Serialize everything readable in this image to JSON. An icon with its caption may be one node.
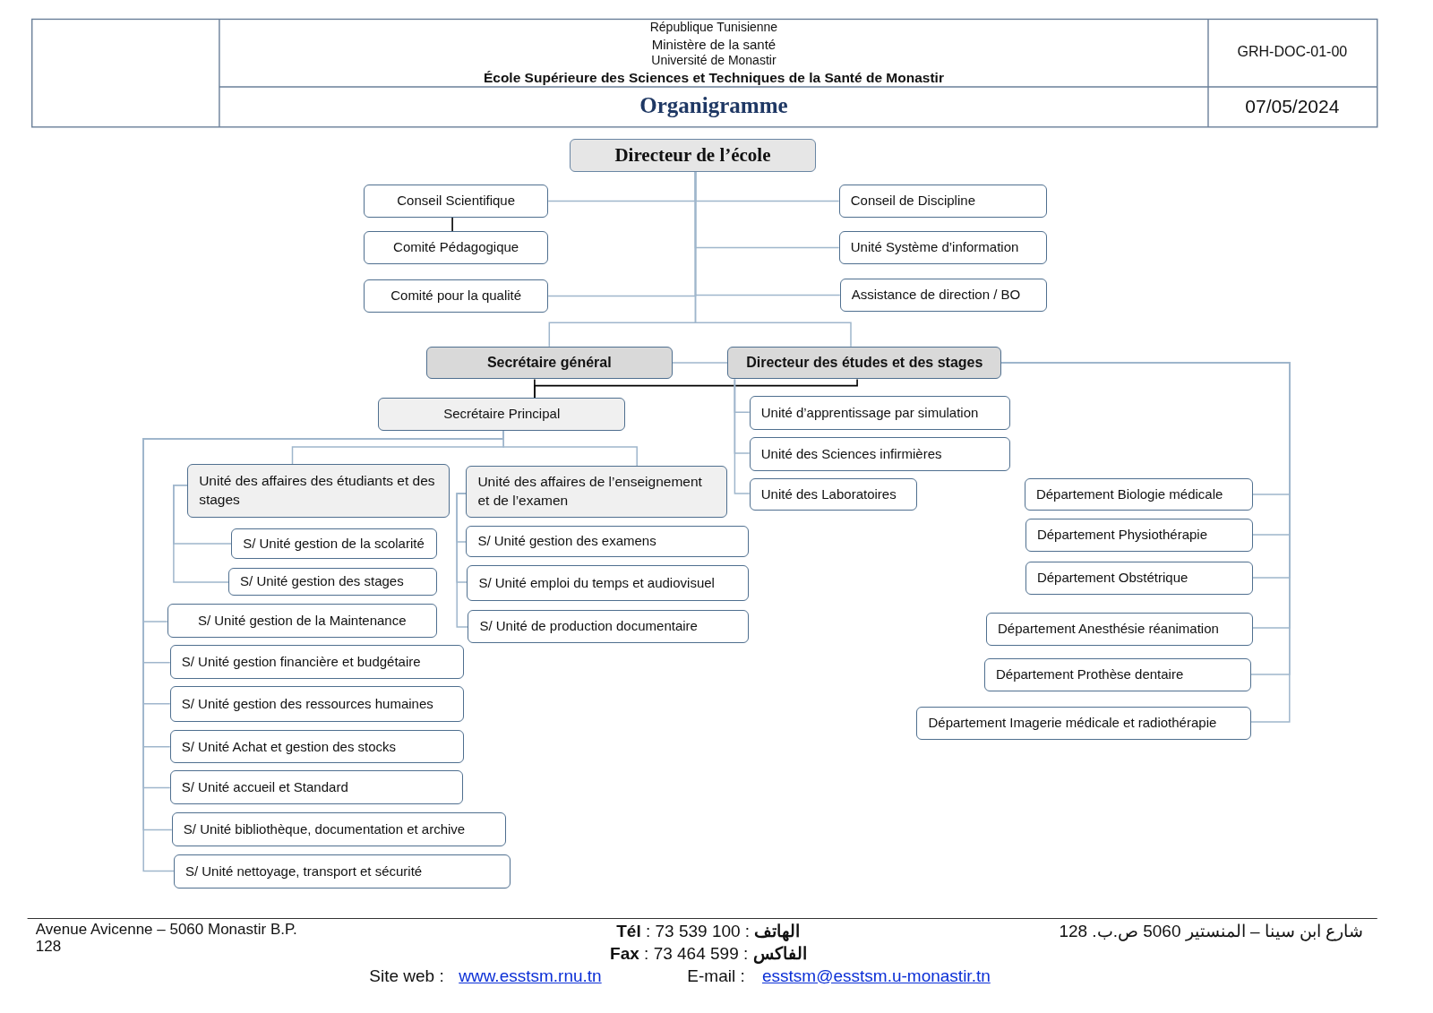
{
  "diagram": {
    "title": "Organigramme",
    "nodes": [
      {
        "text": [
          "Directeur de l’école"
        ]
      },
      {
        "text": [
          "Conseil Scientifique"
        ]
      },
      {
        "text": [
          "Comité Pédagogique"
        ]
      },
      {
        "text": [
          "Comité pour la qualité"
        ]
      },
      {
        "text": [
          "Conseil de Discipline"
        ]
      },
      {
        "text": [
          "Unité Système d’information"
        ]
      },
      {
        "text": [
          "Assistance de direction / BO"
        ]
      },
      {
        "text": [
          "Secrétaire général"
        ]
      },
      {
        "text": [
          "Directeur des études et des stages"
        ]
      },
      {
        "text": [
          "Secrétaire Principal"
        ]
      },
      {
        "text": [
          "Unité des affaires des étudiants et des stages"
        ]
      },
      {
        "text": [
          "Unité des affaires de l’enseignement et de l’examen"
        ]
      },
      {
        "text": [
          "S/ Unité gestion de la scolarité"
        ]
      },
      {
        "text": [
          "S/ Unité gestion des stages"
        ]
      },
      {
        "text": [
          "S/ Unité gestion de la Maintenance"
        ]
      },
      {
        "text": [
          "S/ Unité gestion financière et budgétaire"
        ]
      },
      {
        "text": [
          "S/ Unité gestion des ressources humaines"
        ]
      },
      {
        "text": [
          "S/ Unité Achat et gestion des stocks"
        ]
      },
      {
        "text": [
          "S/ Unité accueil et Standard"
        ]
      },
      {
        "text": [
          "S/ Unité bibliothèque, documentation et archive"
        ]
      },
      {
        "text": [
          "S/ Unité nettoyage, transport et sécurité"
        ]
      },
      {
        "text": [
          "S/ Unité gestion des examens"
        ]
      },
      {
        "text": [
          "S/ Unité emploi du temps et audiovisuel"
        ]
      },
      {
        "text": [
          "S/ Unité de production documentaire"
        ]
      },
      {
        "text": [
          "Unité d’apprentissage par simulation"
        ]
      },
      {
        "text": [
          "Unité des Sciences infirmières"
        ]
      },
      {
        "text": [
          "Unité des Laboratoires"
        ]
      },
      {
        "text": [
          "Département Biologie médicale"
        ]
      },
      {
        "text": [
          "Département Physiothérapie"
        ]
      },
      {
        "text": [
          "Département Obstétrique"
        ]
      },
      {
        "text": [
          "Département Anesthésie réanimation"
        ]
      },
      {
        "text": [
          "Département Prothèse dentaire"
        ]
      },
      {
        "text": [
          "Département Imagerie médicale et radiothérapie"
        ]
      }
    ],
    "edges": [
      {
        "from": 0,
        "to": 1,
        "arrow": "none"
      },
      {
        "from": 1,
        "to": 2,
        "arrow": "none",
        "color": "#000000"
      },
      {
        "from": 0,
        "to": 3,
        "arrow": "none"
      },
      {
        "from": 0,
        "to": 4,
        "arrow": "none"
      },
      {
        "from": 0,
        "to": 5,
        "arrow": "none"
      },
      {
        "from": 0,
        "to": 6,
        "arrow": "none"
      },
      {
        "from": 0,
        "to": 7,
        "arrow": "none"
      },
      {
        "from": 0,
        "to": 8,
        "arrow": "none"
      },
      {
        "from": 7,
        "to": 8,
        "arrow": "none"
      },
      {
        "from": 7,
        "to": 9,
        "arrow": "none",
        "color": "#000000"
      },
      {
        "from": 8,
        "to": 9,
        "arrow": "none",
        "color": "#000000"
      },
      {
        "from": 8,
        "to": 24,
        "arrow": "none"
      },
      {
        "from": 8,
        "to": 25,
        "arrow": "none"
      },
      {
        "from": 8,
        "to": 26,
        "arrow": "none"
      },
      {
        "from": 8,
        "to": 27,
        "arrow": "none"
      },
      {
        "from": 8,
        "to": 28,
        "arrow": "none"
      },
      {
        "from": 8,
        "to": 29,
        "arrow": "none"
      },
      {
        "from": 8,
        "to": 30,
        "arrow": "none"
      },
      {
        "from": 8,
        "to": 31,
        "arrow": "none"
      },
      {
        "from": 8,
        "to": 32,
        "arrow": "none"
      },
      {
        "from": 9,
        "to": 10,
        "arrow": "none"
      },
      {
        "from": 9,
        "to": 11,
        "arrow": "none"
      },
      {
        "from": 9,
        "to": 14,
        "arrow": "none"
      },
      {
        "from": 9,
        "to": 15,
        "arrow": "none"
      },
      {
        "from": 9,
        "to": 16,
        "arrow": "none"
      },
      {
        "from": 9,
        "to": 17,
        "arrow": "none"
      },
      {
        "from": 9,
        "to": 18,
        "arrow": "none"
      },
      {
        "from": 9,
        "to": 19,
        "arrow": "none"
      },
      {
        "from": 9,
        "to": 20,
        "arrow": "none"
      },
      {
        "from": 10,
        "to": 12,
        "arrow": "none"
      },
      {
        "from": 10,
        "to": 13,
        "arrow": "none"
      },
      {
        "from": 11,
        "to": 21,
        "arrow": "none"
      },
      {
        "from": 11,
        "to": 22,
        "arrow": "none"
      },
      {
        "from": 11,
        "to": 23,
        "arrow": "none"
      }
    ],
    "labels": [
      "République Tunisienne",
      "Ministère de la santé",
      "Université de Monastir",
      "École Supérieure des Sciences et Techniques de la Santé de Monastir",
      "GRH-DOC-01-00",
      "07/05/2024",
      "Avenue Avicenne – 5060 Monastir B.P. 128",
      "**Tél** : 73 539 100 : **الهاتف**",
      "**Fax** : 73 464 599 : **الفاكس**",
      "شارع ابن سينا – المنستير 5060 ص.ب. 128",
      "Site web :",
      "www.esstsm.rnu.tn",
      "E-mail :",
      "esstsm@esstsm.u-monastir.tn"
    ]
  }
}
